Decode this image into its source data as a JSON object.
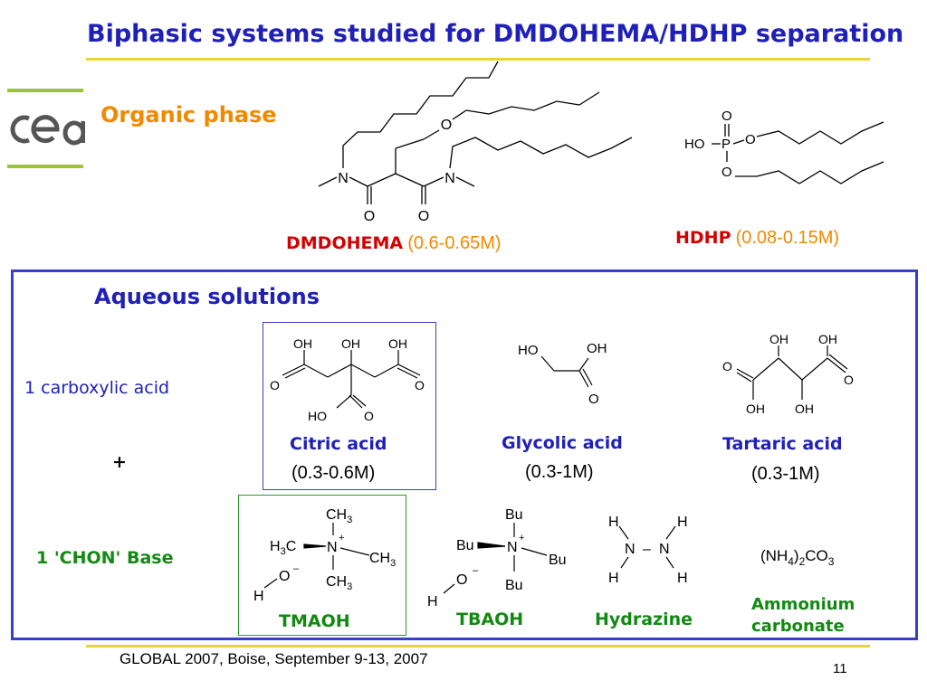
{
  "slide": {
    "title": "Biphasic systems studied for DMDOHEMA/HDHP separation",
    "footer": "GLOBAL 2007, Boise, September 9-13, 2007",
    "page_number": "11",
    "colors": {
      "title": "#1f20b8",
      "rule": "#e8d43a",
      "organic": "#f08a00",
      "box": "#3a3fc8",
      "base": "#128a12",
      "red": "#d40000"
    }
  },
  "organic": {
    "heading": "Organic phase",
    "dmdohema": {
      "name": "DMDOHEMA",
      "conc": "(0.6-0.65M)"
    },
    "hdhp": {
      "name": "HDHP",
      "conc": "(0.08-0.15M)"
    }
  },
  "aqueous": {
    "heading": "Aqueous solutions",
    "row1_label": "1 carboxylic acid",
    "plus": "+",
    "row2_label": "1 'CHON' Base",
    "acids": [
      {
        "name": "Citric acid",
        "conc": "(0.3-0.6M)"
      },
      {
        "name": "Glycolic acid",
        "conc": "(0.3-1M)"
      },
      {
        "name": "Tartaric acid",
        "conc": "(0.3-1M)"
      }
    ],
    "bases": [
      {
        "name": "TMAOH"
      },
      {
        "name": "TBAOH"
      },
      {
        "name": "Hydrazine"
      },
      {
        "name": "Ammonium",
        "name2": "carbonate"
      }
    ]
  },
  "structures": {
    "atoms": {
      "N": "N",
      "O": "O",
      "P": "P",
      "HO": "HO",
      "OH": "OH",
      "H": "H",
      "CH": "CH",
      "C": "C",
      "three": "3",
      "two": "2",
      "four": "4",
      "plus": "+",
      "minus": "–",
      "Bu": "Bu",
      "dash": "–",
      "nh4_open": "(NH",
      "nh4_close": ")",
      "co": "CO"
    }
  }
}
